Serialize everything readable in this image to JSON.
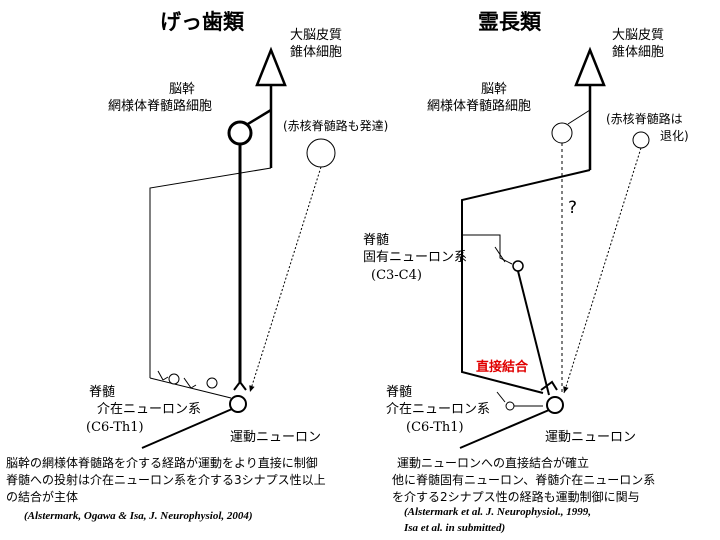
{
  "left": {
    "title": "げっ歯類",
    "cortex_label": [
      "大脳皮質",
      "錐体細胞"
    ],
    "brainstem_label": [
      "脳幹",
      "網様体脊髄路細胞"
    ],
    "red_nucleus_note": "(赤核脊髄路も発達)",
    "interneuron_label": [
      "脊髄",
      "介在ニューロン系"
    ],
    "segment_label": "(C6-Th1)",
    "motor_label": "運動ニューロン",
    "summary": [
      "脳幹の網様体脊髄路を介する経路が運動をより直接に制御",
      "脊髄への投射は介在ニューロン系を介する3シナプス性以上",
      "の結合が主体"
    ],
    "citation": "(Alstermark, Ogawa & Isa, J. Neurophysiol, 2004)"
  },
  "right": {
    "title": "霊長類",
    "cortex_label": [
      "大脳皮質",
      "錐体細胞"
    ],
    "brainstem_label": [
      "脳幹",
      "網様体脊髄路細胞"
    ],
    "red_nucleus_note": [
      "(赤核脊髄路は",
      "退化)"
    ],
    "question": "?",
    "propriospinal_label": [
      "脊髄",
      "固有ニューロン系"
    ],
    "propriospinal_segment": "(C3-C4)",
    "direct_label": "直接結合",
    "interneuron_label": [
      "脊髄",
      "介在ニューロン系"
    ],
    "segment_label": "(C6-Th1)",
    "motor_label": "運動ニューロン",
    "summary": [
      "運動ニューロンへの直接結合が確立",
      "他に脊髄固有ニューロン、脊髄介在ニューロン系",
      "を介する2シナプス性の経路も運動制御に関与"
    ],
    "citation": [
      "(Alstermark et al. J. Neurophysiol., 1999,",
      "Isa et al. in submitted)"
    ]
  },
  "colors": {
    "ink": "#000000",
    "highlight": "#e00000",
    "background": "#ffffff"
  }
}
